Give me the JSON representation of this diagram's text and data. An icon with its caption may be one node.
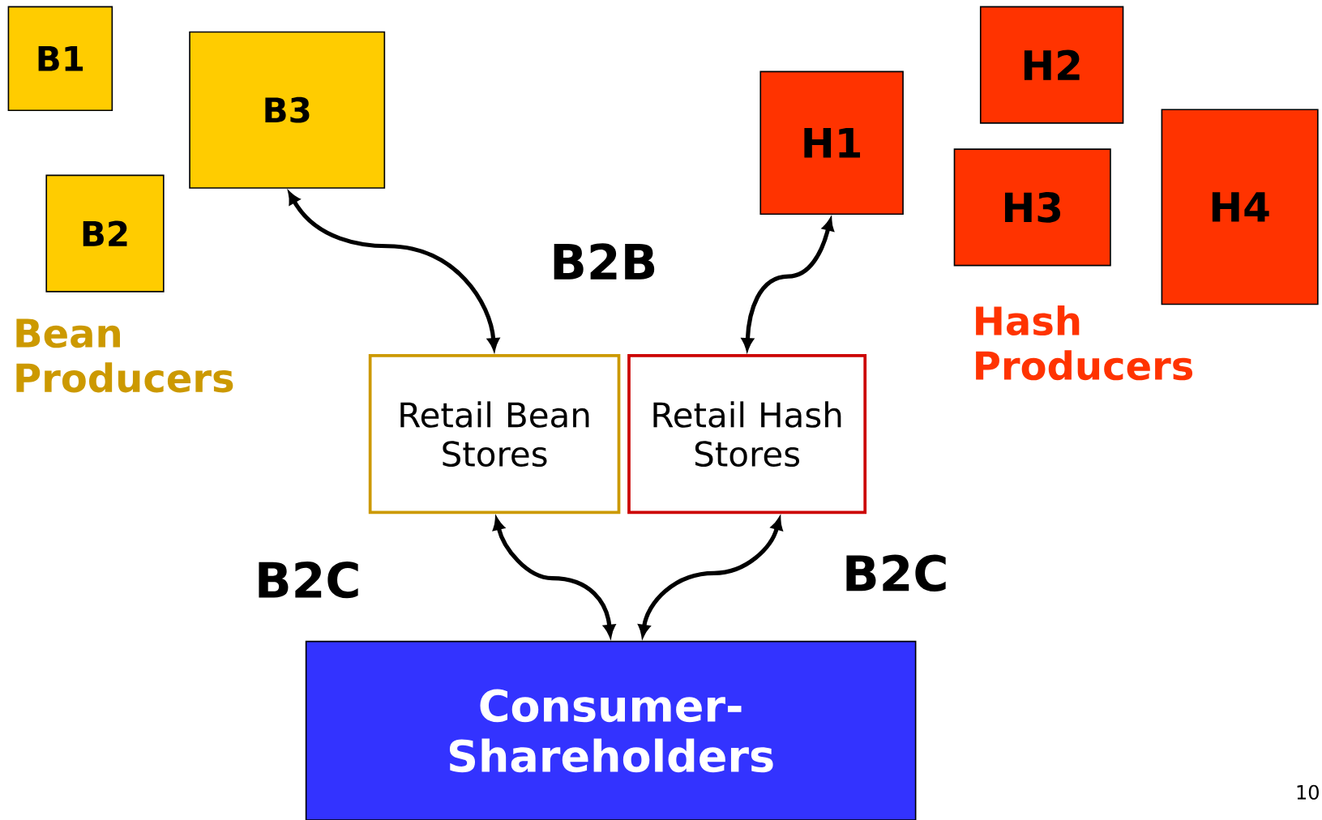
{
  "diagram": {
    "nodes": [
      {
        "text": [
          "B1"
        ]
      },
      {
        "text": [
          "B3"
        ]
      },
      {
        "text": [
          "B2"
        ]
      },
      {
        "text": [
          "H2"
        ]
      },
      {
        "text": [
          "H1"
        ]
      },
      {
        "text": [
          "H3"
        ]
      },
      {
        "text": [
          "H4"
        ]
      },
      {
        "text": [
          "Retail Bean Stores"
        ]
      },
      {
        "text": [
          "Retail Hash Stores"
        ]
      },
      {
        "text": [
          "Consumer- Shareholders"
        ]
      }
    ],
    "edges": [
      {
        "from": 1,
        "to": 7,
        "arrow": "both"
      },
      {
        "from": 4,
        "to": 8,
        "arrow": "both"
      },
      {
        "from": 7,
        "to": 9,
        "arrow": "both"
      },
      {
        "from": 8,
        "to": 9,
        "arrow": "both"
      }
    ],
    "labels": [
      "B2B",
      "Bean Producers",
      "Hash Producers",
      "B2C",
      "B2C",
      "10"
    ]
  }
}
